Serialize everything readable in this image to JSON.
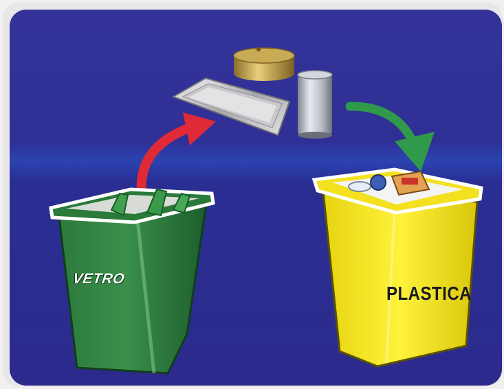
{
  "bins": {
    "glass": {
      "label": "VETRO",
      "color": "#2e7d3e"
    },
    "plastic": {
      "label": "PLASTICA",
      "color": "#f2e21c"
    }
  },
  "colors": {
    "background": "#2f2f95",
    "arrow_left": "#e02a36",
    "arrow_right": "#2f9a4a"
  },
  "items": [
    "aluminium-tray",
    "tin-can-lid",
    "aluminium-can"
  ]
}
